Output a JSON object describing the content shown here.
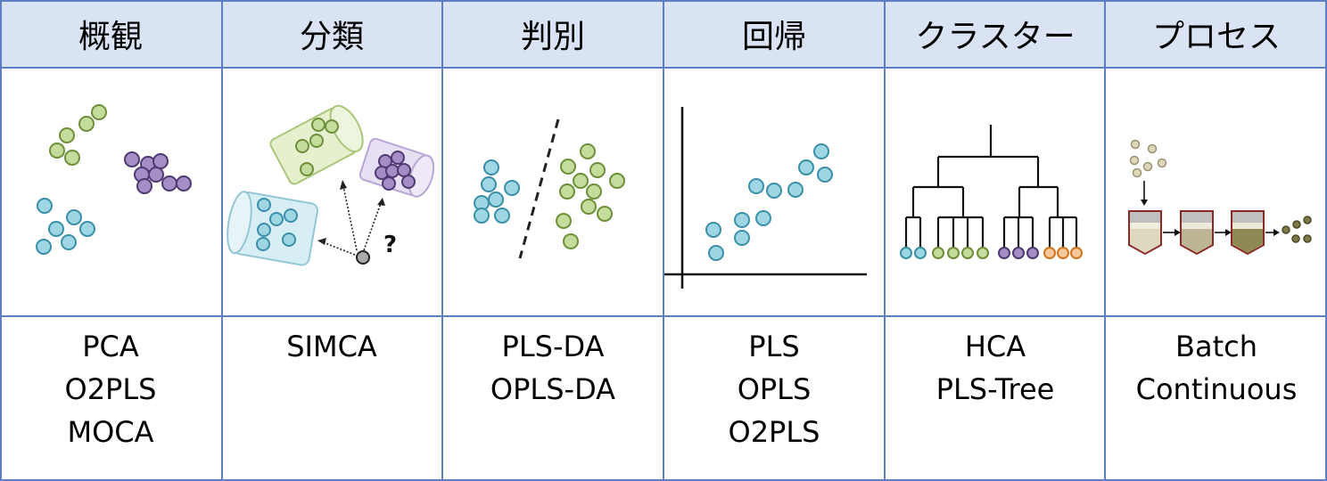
{
  "columns": [
    {
      "header": "概観",
      "methods": [
        "PCA",
        "O2PLS",
        "MOCA"
      ]
    },
    {
      "header": "分類",
      "methods": [
        "SIMCA"
      ]
    },
    {
      "header": "判別",
      "methods": [
        "PLS-DA",
        "OPLS-DA"
      ]
    },
    {
      "header": "回帰",
      "methods": [
        "PLS",
        "OPLS",
        "O2PLS"
      ]
    },
    {
      "header": "クラスター",
      "methods": [
        "HCA",
        "PLS-Tree"
      ]
    },
    {
      "header": "プロセス",
      "methods": [
        "Batch",
        "Continuous"
      ]
    }
  ],
  "simca_query": "?",
  "colors": {
    "header_bg": "#d9e3f3",
    "border": "#5b7fc2",
    "green": "#c4dc9c",
    "green_stroke": "#6e8f3a",
    "blue": "#9fd6e4",
    "blue_stroke": "#3a8fa8",
    "purple": "#a58ec6",
    "purple_stroke": "#4f3a72",
    "orange": "#f6c99c",
    "orange_stroke": "#d7751f"
  }
}
